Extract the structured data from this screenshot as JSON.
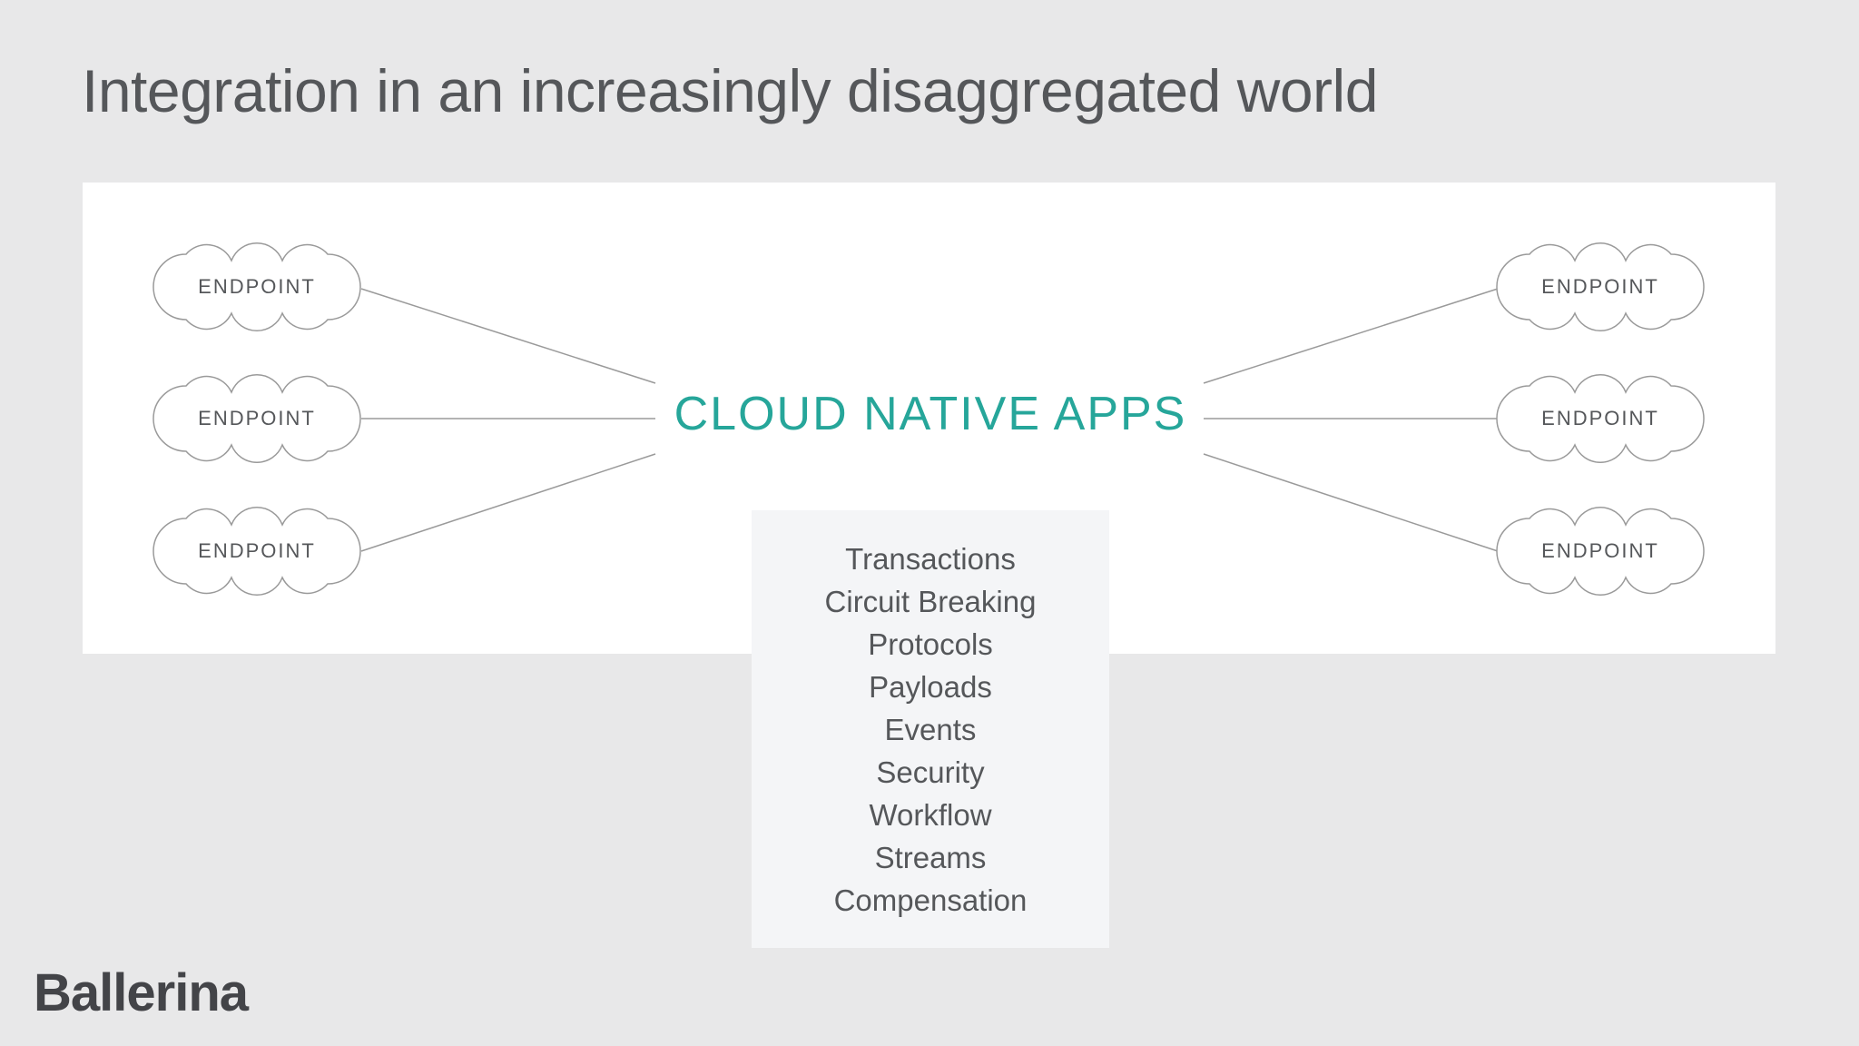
{
  "title": "Integration in an increasingly disaggregated world",
  "center_label": "CLOUD NATIVE APPS",
  "endpoints": {
    "left": [
      "ENDPOINT",
      "ENDPOINT",
      "ENDPOINT"
    ],
    "right": [
      "ENDPOINT",
      "ENDPOINT",
      "ENDPOINT"
    ]
  },
  "features": [
    "Transactions",
    "Circuit Breaking",
    "Protocols",
    "Payloads",
    "Events",
    "Security",
    "Workflow",
    "Streams",
    "Compensation"
  ],
  "logo": "Ballerina",
  "colors": {
    "background": "#e8e8e9",
    "panel": "#ffffff",
    "accent": "#26a69a",
    "text": "#55575a",
    "features_box": "#f4f5f7"
  }
}
